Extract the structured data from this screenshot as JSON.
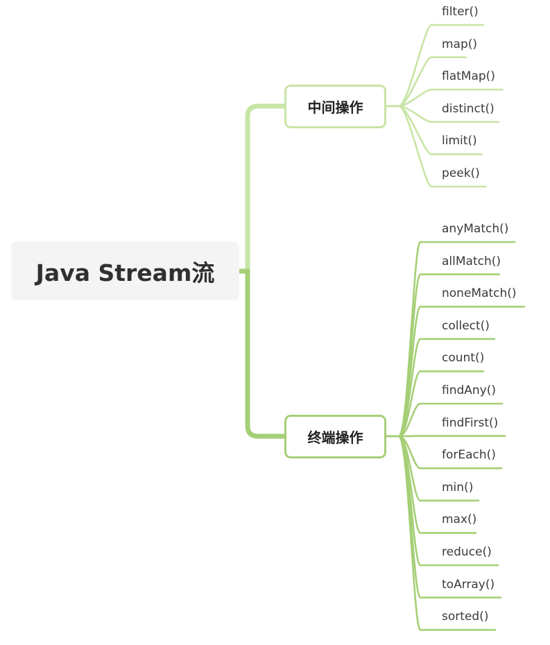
{
  "root": {
    "label": "Java Stream流"
  },
  "branches": [
    {
      "label": "中间操作",
      "color": "#c7e5a4",
      "leaves": [
        "filter()",
        "map()",
        "flatMap()",
        "distinct()",
        "limit()",
        "peek()"
      ]
    },
    {
      "label": "终端操作",
      "color": "#a5cf76",
      "leaves": [
        "anyMatch()",
        "allMatch()",
        "noneMatch()",
        "collect()",
        "count()",
        "findAny()",
        "findFirst()",
        "forEach()",
        "min()",
        "max()",
        "reduce()",
        "toArray()",
        "sorted()"
      ]
    }
  ]
}
